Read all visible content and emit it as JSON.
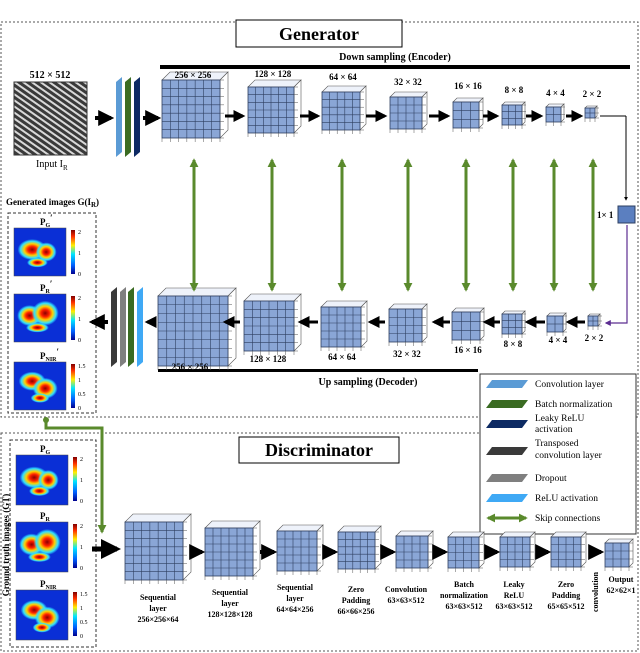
{
  "generator": {
    "title": "Generator",
    "encoder_label": "Down sampling (Encoder)",
    "decoder_label": "Up sampling (Decoder)",
    "input_size": "512 × 512",
    "input_label": "Input  I",
    "input_sub": "R",
    "encoder_sizes": [
      "256 × 256",
      "128 × 128",
      "64 × 64",
      "32 × 32",
      "16 × 16",
      "8 × 8",
      "4 × 4",
      "2 × 2"
    ],
    "bottleneck_label": "1× 1",
    "decoder_sizes": [
      "256 × 256",
      "128 × 128",
      "64 × 64",
      "32 × 32",
      "16 × 16",
      "8 × 8",
      "4 × 4",
      "2 × 2"
    ]
  },
  "generated_panel": {
    "title": "Generated images G(I",
    "title_sub": "R",
    "title_end": ")",
    "maps": [
      {
        "label": "P",
        "sub": "G",
        "prime": "′",
        "ticks": [
          "2",
          "1",
          "0"
        ]
      },
      {
        "label": "P",
        "sub": "R",
        "prime": "′",
        "ticks": [
          "2",
          "1",
          "0"
        ]
      },
      {
        "label": "P",
        "sub": "NIR",
        "prime": "′",
        "ticks": [
          "1.5",
          "1",
          "0.5",
          "0"
        ]
      }
    ]
  },
  "ground_truth_panel": {
    "side_label": "Ground truth images (GT)",
    "maps": [
      {
        "label": "P",
        "sub": "G",
        "ticks": [
          "2",
          "1",
          "0"
        ]
      },
      {
        "label": "P",
        "sub": "R",
        "ticks": [
          "2",
          "1",
          "0"
        ]
      },
      {
        "label": "P",
        "sub": "NIR",
        "ticks": [
          "1.5",
          "1",
          "0.5",
          "0"
        ]
      }
    ]
  },
  "legend": [
    {
      "label": "Convolution layer",
      "color": "#5b9bd5"
    },
    {
      "label": "Batch normalization",
      "color": "#3a6b22"
    },
    {
      "label": "Leaky ReLU activation",
      "color": "#0d2a63"
    },
    {
      "label": "Transposed convolution layer",
      "color": "#3a3a3a"
    },
    {
      "label": "Dropout",
      "color": "#7f7f7f"
    },
    {
      "label": "ReLU activation",
      "color": "#3fa9f5"
    },
    {
      "label": "Skip connections",
      "color": "#5a8a2c"
    }
  ],
  "discriminator": {
    "title": "Discriminator",
    "stages": [
      {
        "line1": "Sequential",
        "line2": "layer",
        "line3": "256×256×64"
      },
      {
        "line1": "Sequential",
        "line2": "layer",
        "line3": "128×128×128"
      },
      {
        "line1": "Sequential",
        "line2": "layer",
        "line3": "64×64×256"
      },
      {
        "line1": "Zero",
        "line2": "Padding",
        "line3": "66×66×256"
      },
      {
        "line1": "Convolution",
        "line2": "63×63×512",
        "line3": ""
      },
      {
        "line1": "Batch",
        "line2": "normalization",
        "line3": "63×63×512"
      },
      {
        "line1": "Leaky",
        "line2": "ReLU",
        "line3": "63×63×512"
      },
      {
        "line1": "Zero",
        "line2": "Padding",
        "line3": "65×65×512"
      }
    ],
    "last_conv_label": "convolution",
    "output_line1": "Output",
    "output_line2": "62×62×1"
  },
  "colors": {
    "block_face": "#8aa6d6",
    "block_grid": "#2e3f60",
    "skip": "#5a8a2c"
  }
}
